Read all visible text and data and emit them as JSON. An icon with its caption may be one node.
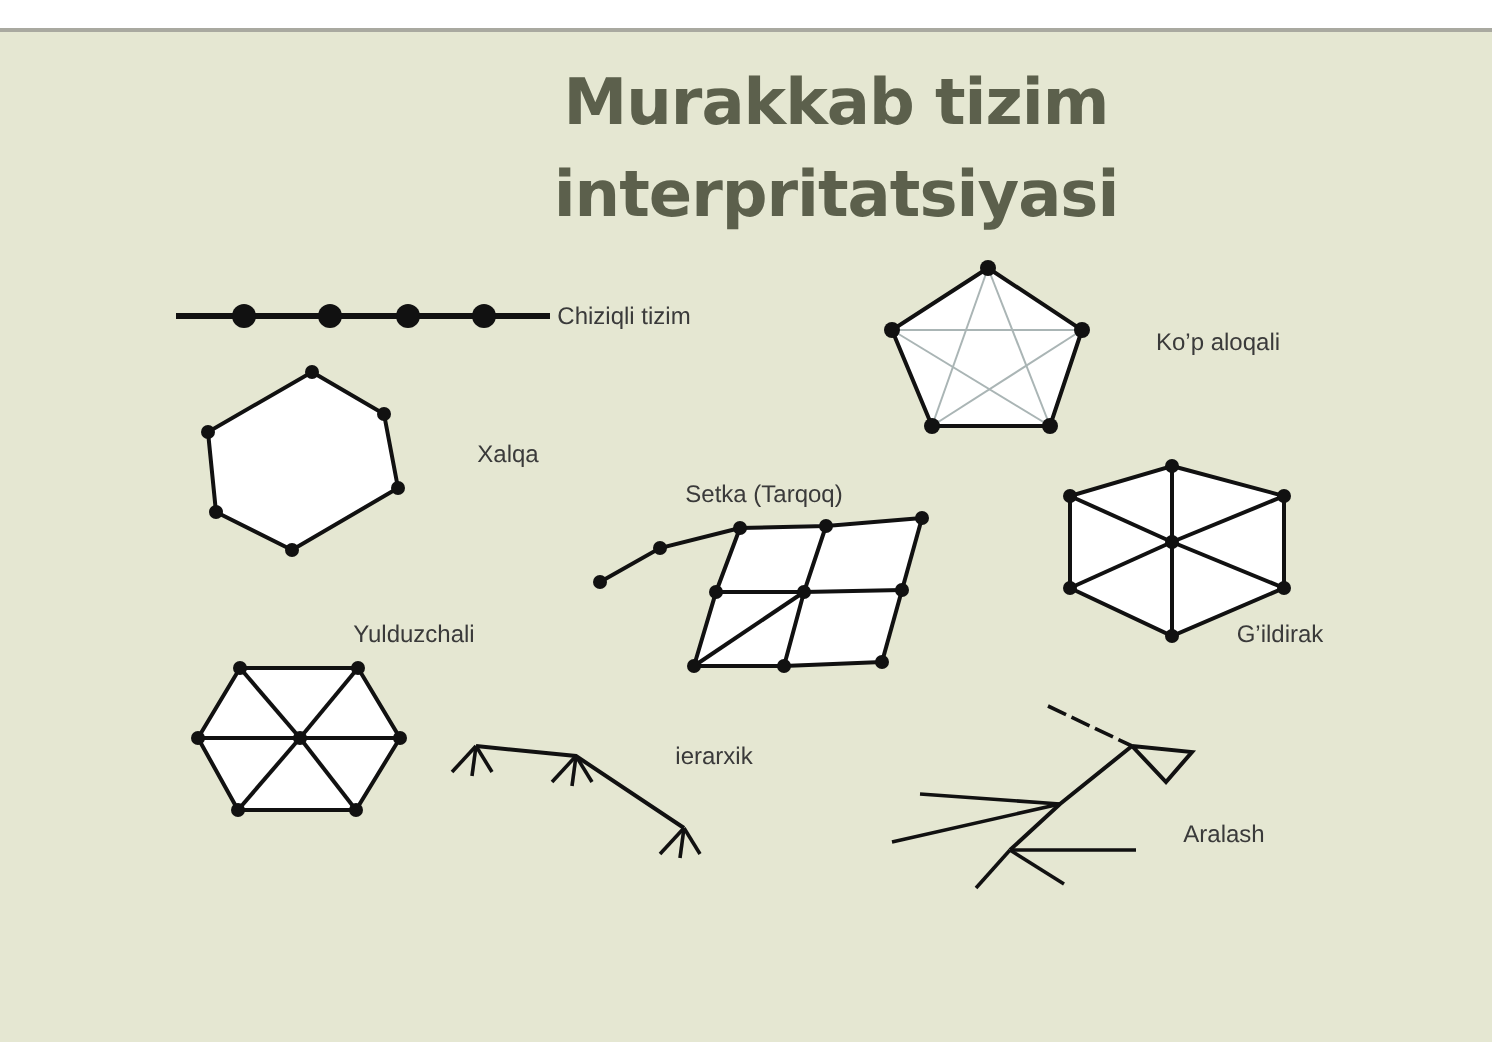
{
  "diagram": {
    "title": "Murakkab tizim interpritatsiyasi",
    "labels": [
      "Chiziqli tizim",
      "Ko’p aloqali",
      "Xalqa",
      "Setka (Tarqoq)",
      "Yulduzchali",
      "G’ildirak",
      "ierarxik",
      "Aralash"
    ]
  }
}
